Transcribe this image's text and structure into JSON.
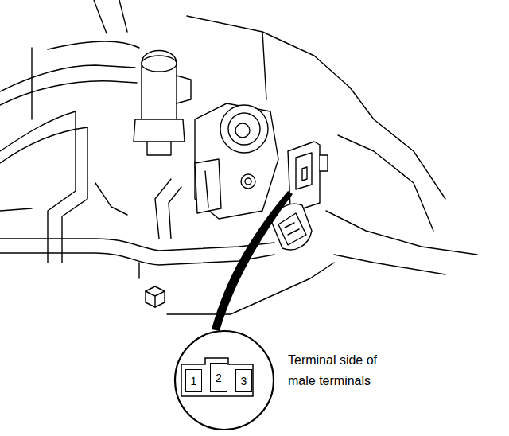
{
  "diagram": {
    "nodes": [
      {
        "text": [
          "Terminal side of male terminals"
        ]
      },
      {
        "text": [
          "1"
        ],
        "in": 0
      },
      {
        "text": [
          "2"
        ],
        "in": 0
      },
      {
        "text": [
          "3"
        ],
        "in": 0
      }
    ]
  }
}
